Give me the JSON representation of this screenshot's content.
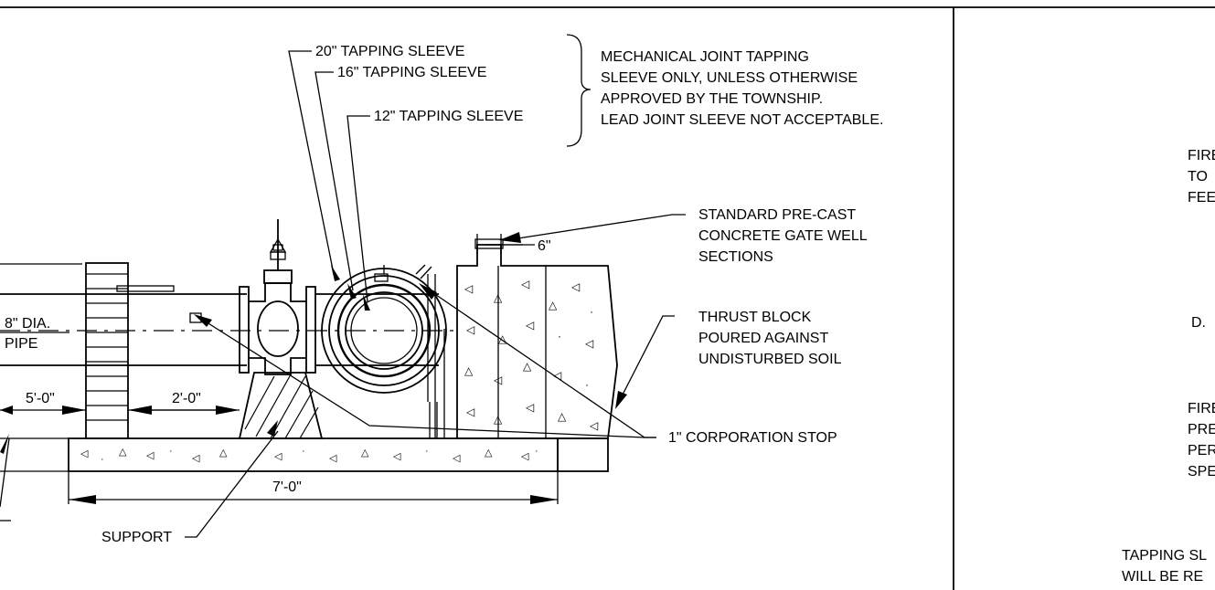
{
  "labels": {
    "sleeve_20": "20\" TAPPING SLEEVE",
    "sleeve_16": "16\" TAPPING SLEEVE",
    "sleeve_12": "12\" TAPPING SLEEVE",
    "note_line1": "MECHANICAL JOINT TAPPING",
    "note_line2": "SLEEVE ONLY, UNLESS OTHERWISE",
    "note_line3": "APPROVED BY THE TOWNSHIP.",
    "note_line4": "LEAD JOINT SLEEVE NOT ACCEPTABLE.",
    "gate_well_line1": "STANDARD PRE-CAST",
    "gate_well_line2": "CONCRETE GATE WELL",
    "gate_well_line3": "SECTIONS",
    "dim_6": "6\"",
    "thrust_line1": "THRUST BLOCK",
    "thrust_line2": "POURED AGAINST",
    "thrust_line3": "UNDISTURBED SOIL",
    "corp_stop": "1\" CORPORATION STOP",
    "pipe_dia": "8\" DIA.",
    "pipe": "PIPE",
    "dim_5_0": "5'-0\"",
    "dim_2_0": "2'-0\"",
    "dim_7_0": "7'-0\"",
    "support": "SUPPORT"
  },
  "right_panel": {
    "fire_1": "FIRE",
    "to": "TO",
    "fee": "FEE",
    "d": "D.",
    "fire_2": "FIRE",
    "pre": "PRE",
    "per": "PER",
    "spe": "SPE",
    "tapping_sl": "TAPPING SL",
    "will_be_re": "WILL BE RE"
  }
}
